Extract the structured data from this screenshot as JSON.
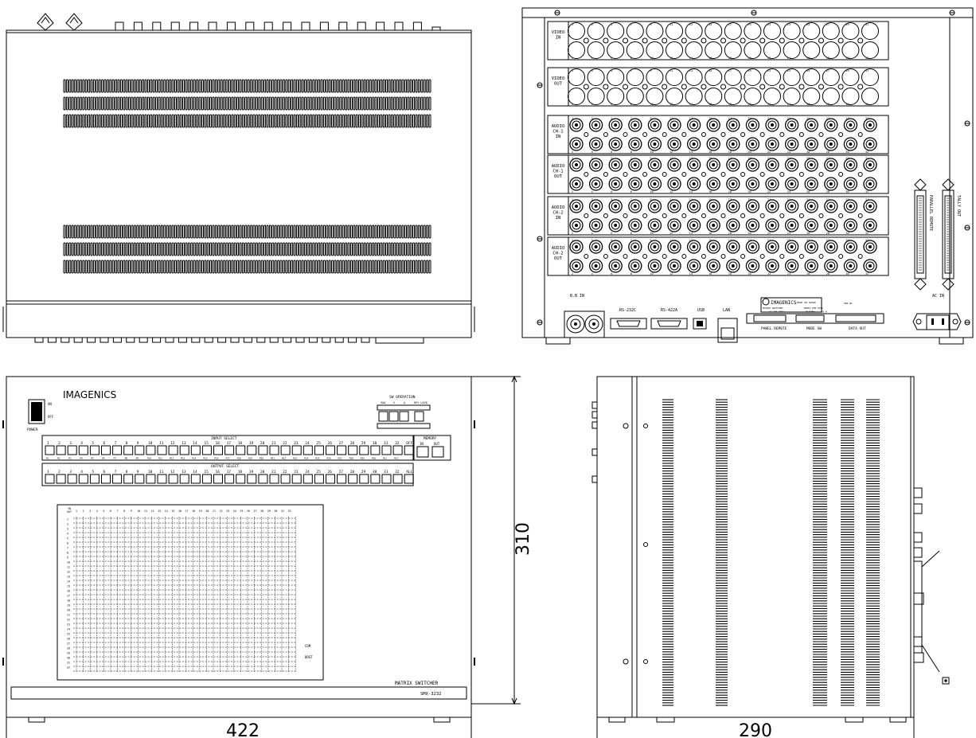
{
  "colors": {
    "line": "#000000",
    "paper": "#ffffff"
  },
  "top_view": {
    "vent_rows": 6
  },
  "rear_panel": {
    "sections": [
      {
        "label": "VIDEO\nIN",
        "type": "bnc"
      },
      {
        "label": "VIDEO\nOUT",
        "type": "bnc"
      },
      {
        "label": "AUDIO\nCH-1\nIN",
        "type": "rca"
      },
      {
        "label": "AUDIO\nCH-1\nOUT",
        "type": "rca"
      },
      {
        "label": "AUDIO\nCH-2\nIN",
        "type": "rca"
      },
      {
        "label": "AUDIO\nCH-2\nOUT",
        "type": "rca"
      }
    ],
    "top_numbers": [
      "1",
      "3",
      "5",
      "7",
      "9",
      "11",
      "13",
      "15",
      "17",
      "19",
      "21",
      "23",
      "25",
      "27",
      "29",
      "31"
    ],
    "bottom_numbers": [
      "2",
      "4",
      "6",
      "8",
      "10",
      "12",
      "14",
      "16",
      "18",
      "20",
      "22",
      "24",
      "26",
      "28",
      "30",
      "32"
    ],
    "connectors": {
      "bb_in": "B.B IN",
      "rs232c": "RS-232C",
      "rs422a": "RS-422A",
      "usb": "USB",
      "lan": "LAN",
      "panel_remote": "PANEL REMOTE",
      "mode_sw": "MODE SW",
      "data_out": "DATA OUT",
      "ac_in": "AC IN",
      "parallel_remote": "PARALLEL REMOTE",
      "tally_out": "TALLY OUT"
    },
    "nameplate": {
      "brand": "IMAGENICS",
      "made_in": "MADE IN JAPAN",
      "product": "MATRIX SWITCHER",
      "model": "MODEL SMX-3232",
      "power": "AC 100-240V",
      "freq": "50/60Hz",
      "watt": "55 W",
      "serial": "SER No"
    }
  },
  "front_panel": {
    "brand": "IMAGENICS",
    "power_label": "POWER",
    "power_on": "ON",
    "power_off": "OFF",
    "sw_operation": "SW OPERATION",
    "sw_op_buttons": [
      "V&A",
      "V",
      "A",
      "KEY LOCK"
    ],
    "input_select": "INPUT SELECT",
    "output_select": "OUTPUT SELECT",
    "memory": "MEMORY",
    "memory_buttons": [
      "IN",
      "OUT"
    ],
    "input_numbers": [
      "1",
      "2",
      "3",
      "4",
      "5",
      "6",
      "7",
      "8",
      "9",
      "10",
      "11",
      "12",
      "13",
      "14",
      "15",
      "16",
      "17",
      "18",
      "19",
      "20",
      "21",
      "22",
      "23",
      "24",
      "25",
      "26",
      "27",
      "28",
      "29",
      "30",
      "31",
      "32",
      "OFF"
    ],
    "output_numbers": [
      "1",
      "2",
      "3",
      "4",
      "5",
      "6",
      "7",
      "8",
      "9",
      "10",
      "11",
      "12",
      "13",
      "14",
      "15",
      "16",
      "17",
      "18",
      "19",
      "20",
      "21",
      "22",
      "23",
      "24",
      "25",
      "26",
      "27",
      "28",
      "29",
      "30",
      "31",
      "32",
      "ALL"
    ],
    "memory_numbers": [
      "M1",
      "M2",
      "M3",
      "M4",
      "M5",
      "M6",
      "M7",
      "M8",
      "M9",
      "M10",
      "M11",
      "M12",
      "M13",
      "M14",
      "M15",
      "M16",
      "M17",
      "M18",
      "M19",
      "M20",
      "M21",
      "M22",
      "M23",
      "M24",
      "M25",
      "M26",
      "M27",
      "M28",
      "M29",
      "M30",
      "M31",
      "M32"
    ],
    "matrix_corner": "IN\nOUT",
    "matrix_cols": 32,
    "matrix_rows": 32,
    "matrix_com": "COM",
    "matrix_bost": "BOST",
    "product_title": "MATRIX SWITCHER",
    "model": "SMX-3232"
  },
  "dimensions": {
    "width": "422",
    "height": "310",
    "depth": "290"
  }
}
